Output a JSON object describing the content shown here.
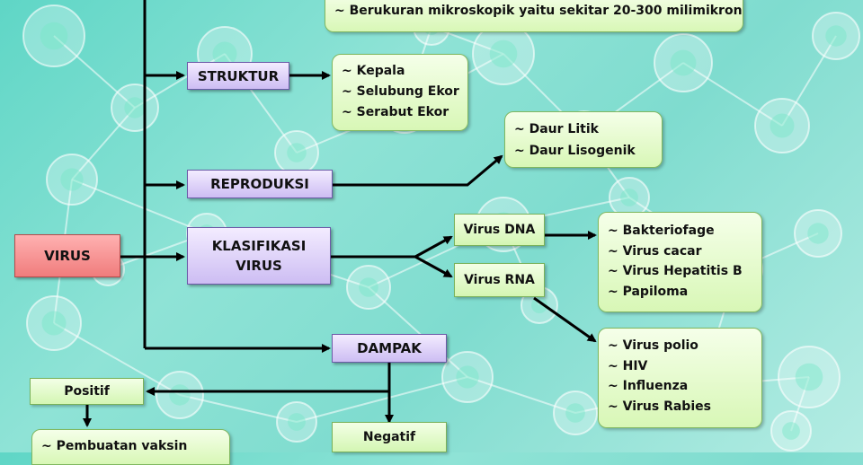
{
  "diagram": {
    "root": "VIRUS",
    "ciri_item": "~ Berukuran mikroskopik yaitu sekitar 20-300 milimikron",
    "struktur": {
      "label": "STRUKTUR",
      "items": [
        "~ Kepala",
        "~ Selubung Ekor",
        "~ Serabut Ekor"
      ]
    },
    "reproduksi": {
      "label": "REPRODUKSI",
      "items": [
        "~ Daur Litik",
        "~ Daur Lisogenik"
      ]
    },
    "klasifikasi": {
      "label_line1": "KLASIFIKASI",
      "label_line2": "VIRUS",
      "dna": {
        "label": "Virus DNA",
        "items": [
          "~ Bakteriofage",
          "~ Virus cacar",
          "~ Virus Hepatitis  B",
          "~ Papiloma"
        ]
      },
      "rna": {
        "label": "Virus RNA",
        "items": [
          "~ Virus polio",
          "~ HIV",
          "~ Influenza",
          "~ Virus Rabies"
        ]
      }
    },
    "dampak": {
      "label": "DAMPAK",
      "positif": {
        "label": "Positif",
        "items": [
          "~ Pembuatan vaksin"
        ]
      },
      "negatif": {
        "label": "Negatif"
      }
    }
  },
  "colors": {
    "background": "#7fdccf",
    "line": "#000000",
    "purple_box": "#cdbdf3",
    "green_box": "#d4f6b3",
    "root_box": "#f07c7c"
  }
}
